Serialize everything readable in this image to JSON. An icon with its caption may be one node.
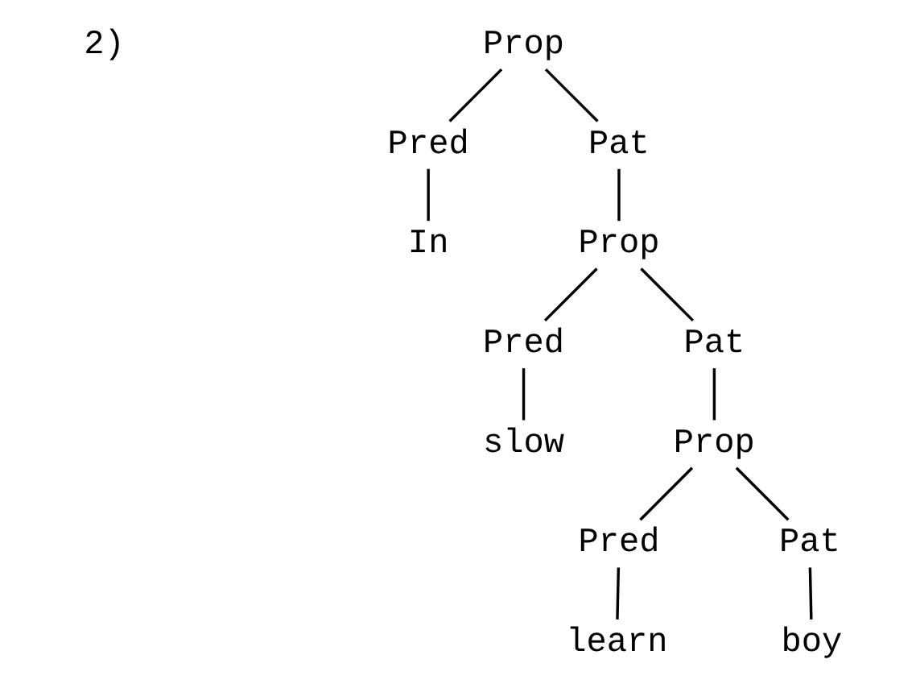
{
  "diagram": {
    "nodes": [
      {
        "text": [
          "Prop"
        ]
      },
      {
        "text": [
          "Pred"
        ]
      },
      {
        "text": [
          "Pat"
        ]
      },
      {
        "text": [
          "In"
        ]
      },
      {
        "text": [
          "Prop"
        ]
      },
      {
        "text": [
          "Pred"
        ]
      },
      {
        "text": [
          "Pat"
        ]
      },
      {
        "text": [
          "slow"
        ]
      },
      {
        "text": [
          "Prop"
        ]
      },
      {
        "text": [
          "Pred"
        ]
      },
      {
        "text": [
          "Pat"
        ]
      },
      {
        "text": [
          "learn"
        ]
      },
      {
        "text": [
          "boy"
        ]
      }
    ],
    "edges": [
      {
        "from": 0,
        "to": 1,
        "arrow": "none"
      },
      {
        "from": 0,
        "to": 2,
        "arrow": "none"
      },
      {
        "from": 1,
        "to": 3,
        "arrow": "none"
      },
      {
        "from": 2,
        "to": 4,
        "arrow": "none"
      },
      {
        "from": 4,
        "to": 5,
        "arrow": "none"
      },
      {
        "from": 4,
        "to": 6,
        "arrow": "none"
      },
      {
        "from": 5,
        "to": 7,
        "arrow": "none"
      },
      {
        "from": 6,
        "to": 8,
        "arrow": "none"
      },
      {
        "from": 8,
        "to": 9,
        "arrow": "none"
      },
      {
        "from": 8,
        "to": 10,
        "arrow": "none"
      },
      {
        "from": 9,
        "to": 11,
        "arrow": "none"
      },
      {
        "from": 10,
        "to": 12,
        "arrow": "none"
      }
    ],
    "labels": [
      "2)"
    ]
  }
}
